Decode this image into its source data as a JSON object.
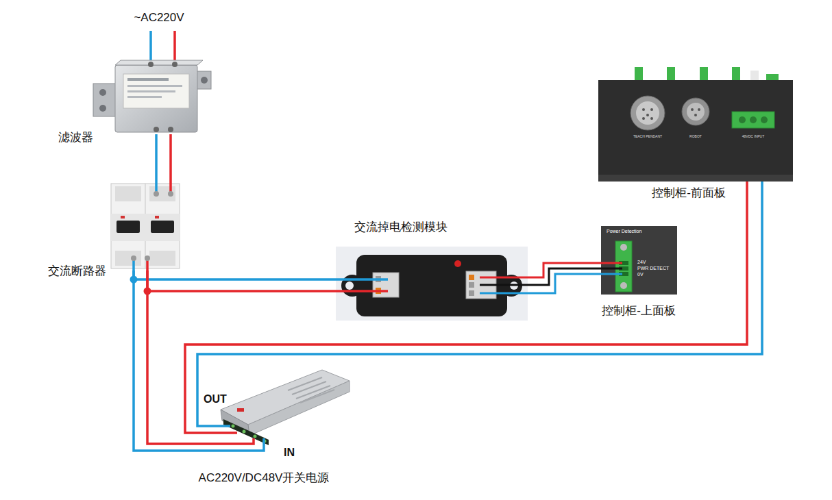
{
  "diagram": {
    "nodes": [
      {
        "text": [
          "滤波器"
        ]
      },
      {
        "text": [
          "TEACH PENDANT",
          "ROBOT",
          "48VDC INPUT",
          "控制柜-前面板"
        ]
      },
      {
        "text": [
          "交流断路器"
        ]
      },
      {
        "text": [
          "交流掉电检测模块"
        ]
      },
      {
        "text": [
          "Power Detection",
          "24V",
          "PWR DETECT",
          "0V",
          "控制柜-上面板"
        ]
      },
      {
        "text": [
          "OUT",
          "IN",
          "AC220V/DC48V开关电源"
        ]
      }
    ],
    "edges": [
      {
        "from": 0,
        "to": 2,
        "arrow": "none"
      },
      {
        "from": 2,
        "to": 3,
        "arrow": "none"
      },
      {
        "from": 3,
        "to": 4,
        "arrow": "none"
      },
      {
        "from": 2,
        "to": 5,
        "arrow": "none"
      },
      {
        "from": 5,
        "to": 1,
        "arrow": "none"
      }
    ],
    "labels": [
      "~AC220V"
    ]
  }
}
